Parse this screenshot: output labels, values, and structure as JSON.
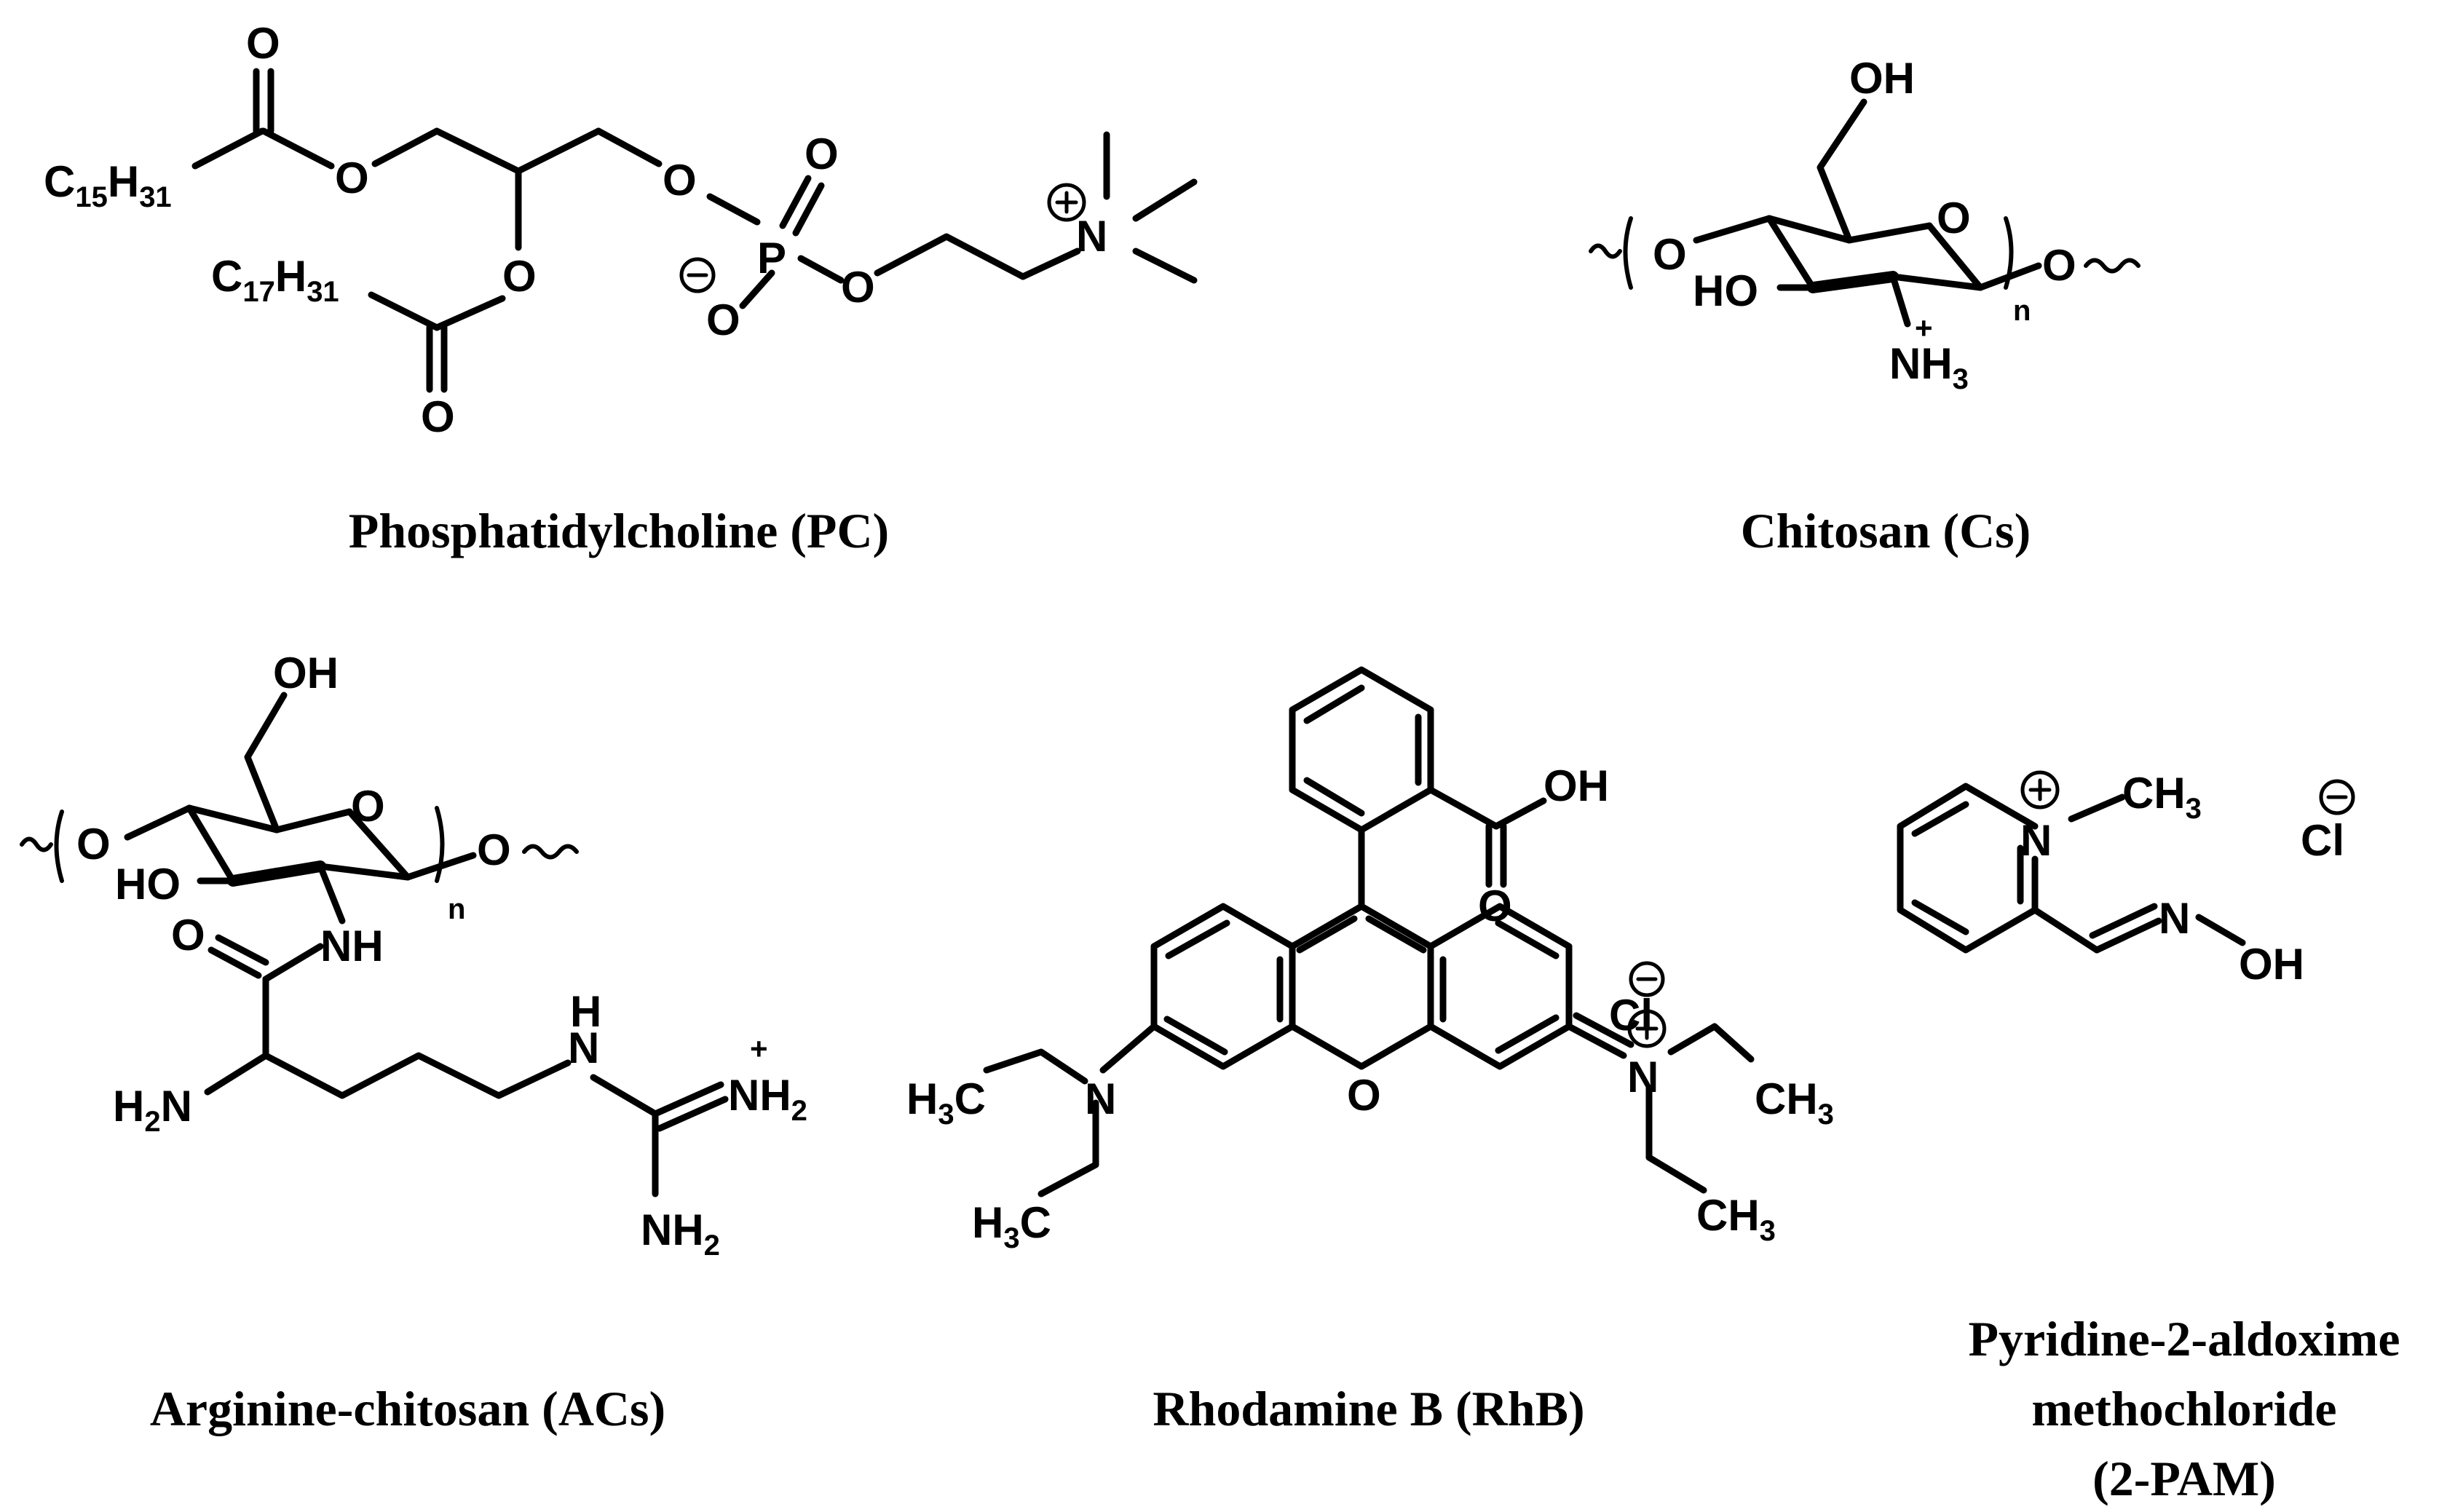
{
  "structures": {
    "pc": {
      "caption": "Phosphatidylcholine (PC)",
      "chain1": "C15H31",
      "chain2": "C17H31"
    },
    "cs": {
      "caption": "Chitosan (Cs)",
      "repeat": "n"
    },
    "acs": {
      "caption": "Arginine-chitosan (ACs)",
      "repeat": "n"
    },
    "rhb": {
      "caption": "Rhodamine B (RhB)",
      "counterion": "Cl"
    },
    "pam": {
      "caption_lines": [
        "Pyridine-2-aldoxime",
        "methochloride",
        "(2-PAM)"
      ],
      "counterion": "Cl"
    }
  },
  "atoms": {
    "O": "O",
    "P": "P",
    "N": "N",
    "NH": "NH",
    "OH": "OH",
    "HO": "HO",
    "C": "C",
    "H": "H",
    "NH3": "NH",
    "three": "3",
    "two": "2",
    "plus": "+",
    "minus": "−",
    "ch3": "CH",
    "h3c": "H",
    "c_after_h3": "C"
  }
}
